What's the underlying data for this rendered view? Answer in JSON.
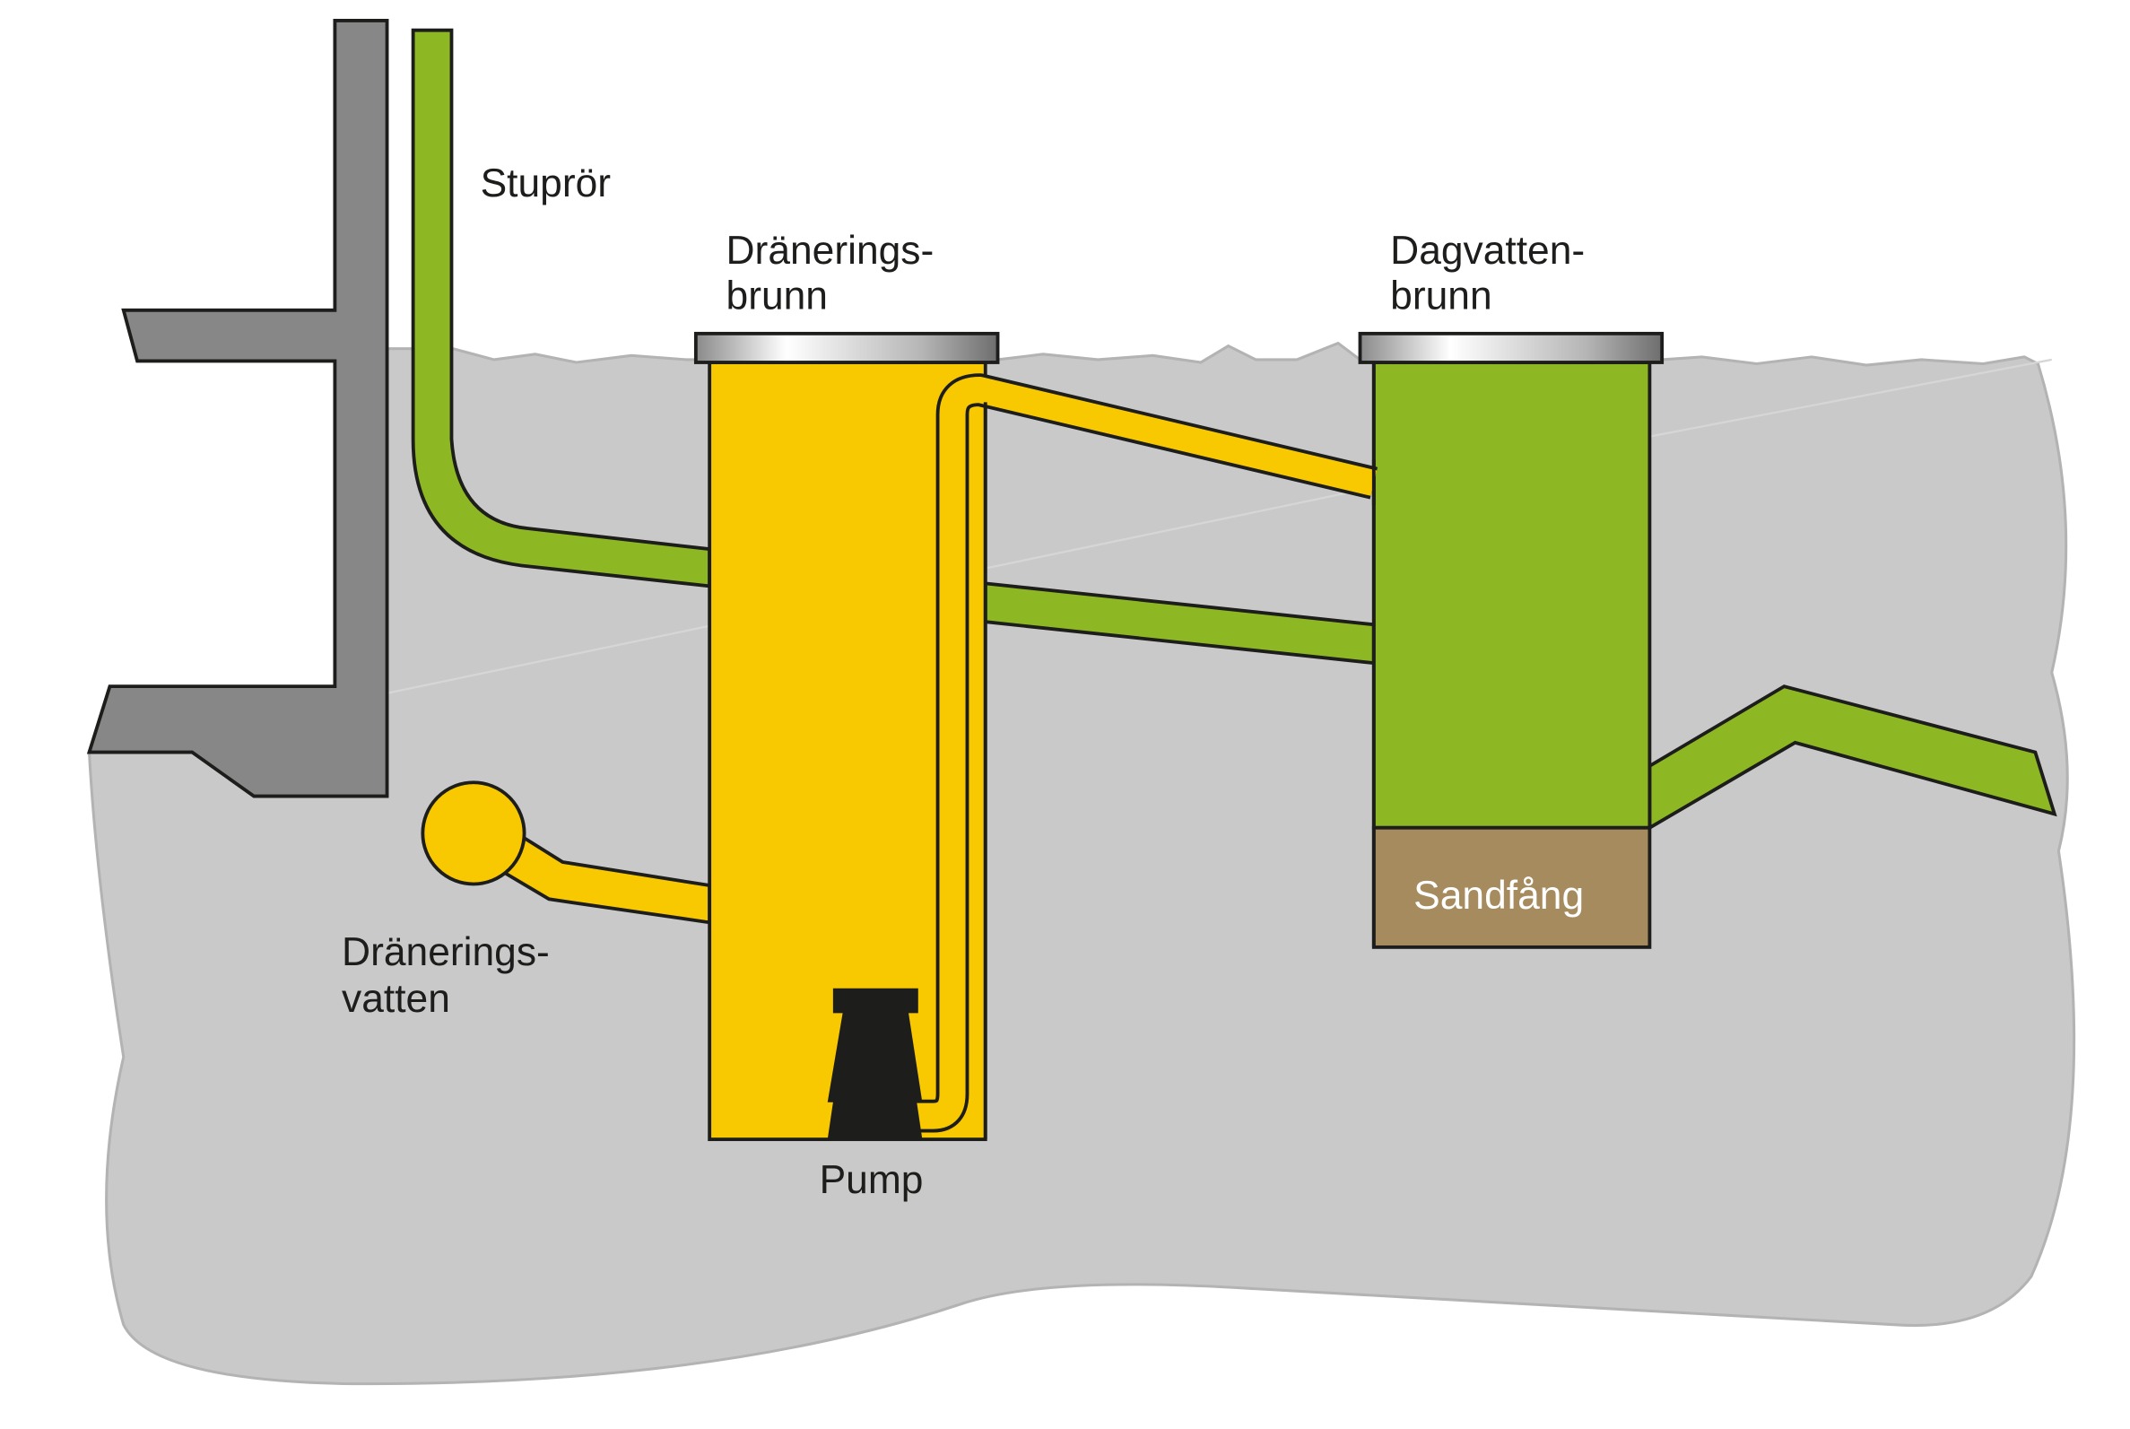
{
  "labels": {
    "downpipe": "Stuprör",
    "drain_well_1": "Dränerings-",
    "drain_well_2": "brunn",
    "storm_well_1": "Dagvatten-",
    "storm_well_2": "brunn",
    "drain_water_1": "Dränerings-",
    "drain_water_2": "vatten",
    "pump": "Pump",
    "sand_trap": "Sandfång"
  },
  "colors": {
    "ground": "#c9c9c9",
    "wall": "#878787",
    "green": "#8db824",
    "yellow": "#f8c800",
    "sand": "#a68b5f",
    "outline": "#1d1d1b"
  }
}
